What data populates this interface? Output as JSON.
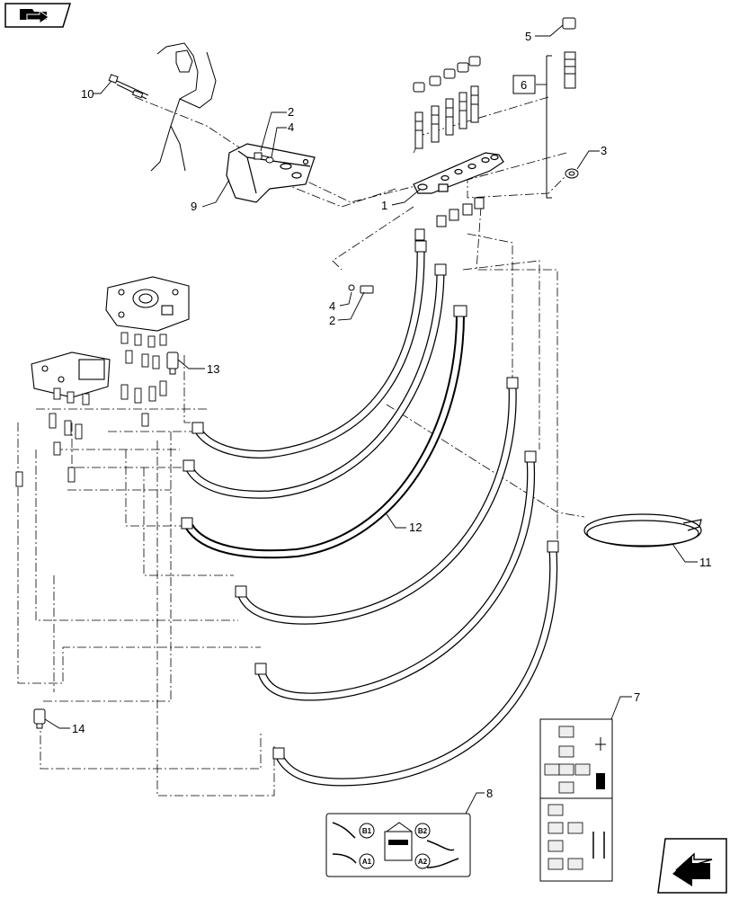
{
  "colors": {
    "ink": "#000000",
    "paper": "#ffffff",
    "hose_fill": "#ffffff",
    "decal_fill": "#eeeeee"
  },
  "icons": {
    "nav_top_left": "book-arrow-icon",
    "nav_bottom_right": "next-page-arrow-icon"
  },
  "callouts": {
    "c1": "1",
    "c2a": "2",
    "c2b": "2",
    "c3": "3",
    "c4a": "4",
    "c4b": "4",
    "c5": "5",
    "c6": "6",
    "c7": "7",
    "c8": "8",
    "c9": "9",
    "c10": "10",
    "c11": "11",
    "c12": "12",
    "c13": "13",
    "c14": "14"
  },
  "decal8": {
    "b1": "B1",
    "b2": "B2",
    "a1": "A1",
    "a2": "A2"
  }
}
